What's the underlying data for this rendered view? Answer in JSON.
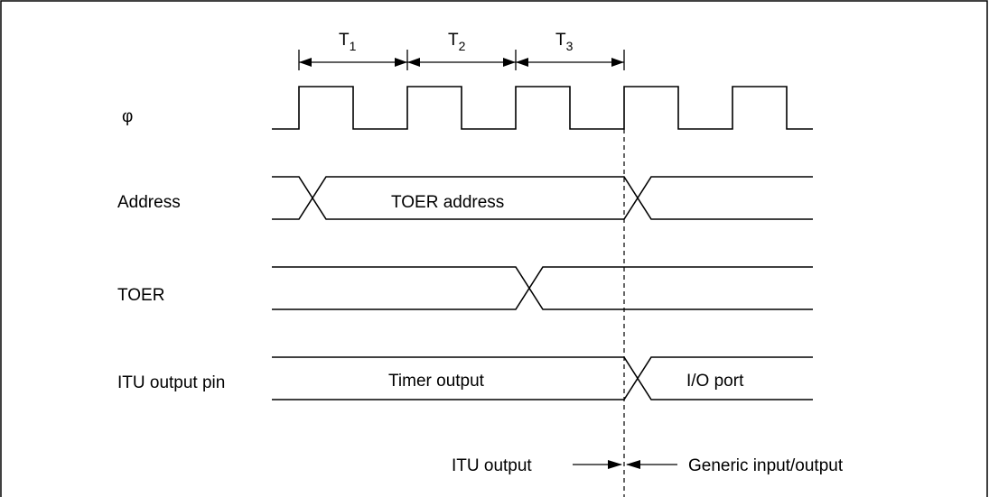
{
  "clock_symbol": "φ",
  "periods": [
    {
      "label": "T",
      "sub": "1"
    },
    {
      "label": "T",
      "sub": "2"
    },
    {
      "label": "T",
      "sub": "3"
    }
  ],
  "signals": {
    "address": {
      "name": "Address",
      "value": "TOER address"
    },
    "toer": {
      "name": "TOER"
    },
    "itu_pin": {
      "name": "ITU output pin",
      "value_before": "Timer output",
      "value_after": "I/O port"
    }
  },
  "footer": {
    "left": "ITU output",
    "right": "Generic input/output"
  }
}
